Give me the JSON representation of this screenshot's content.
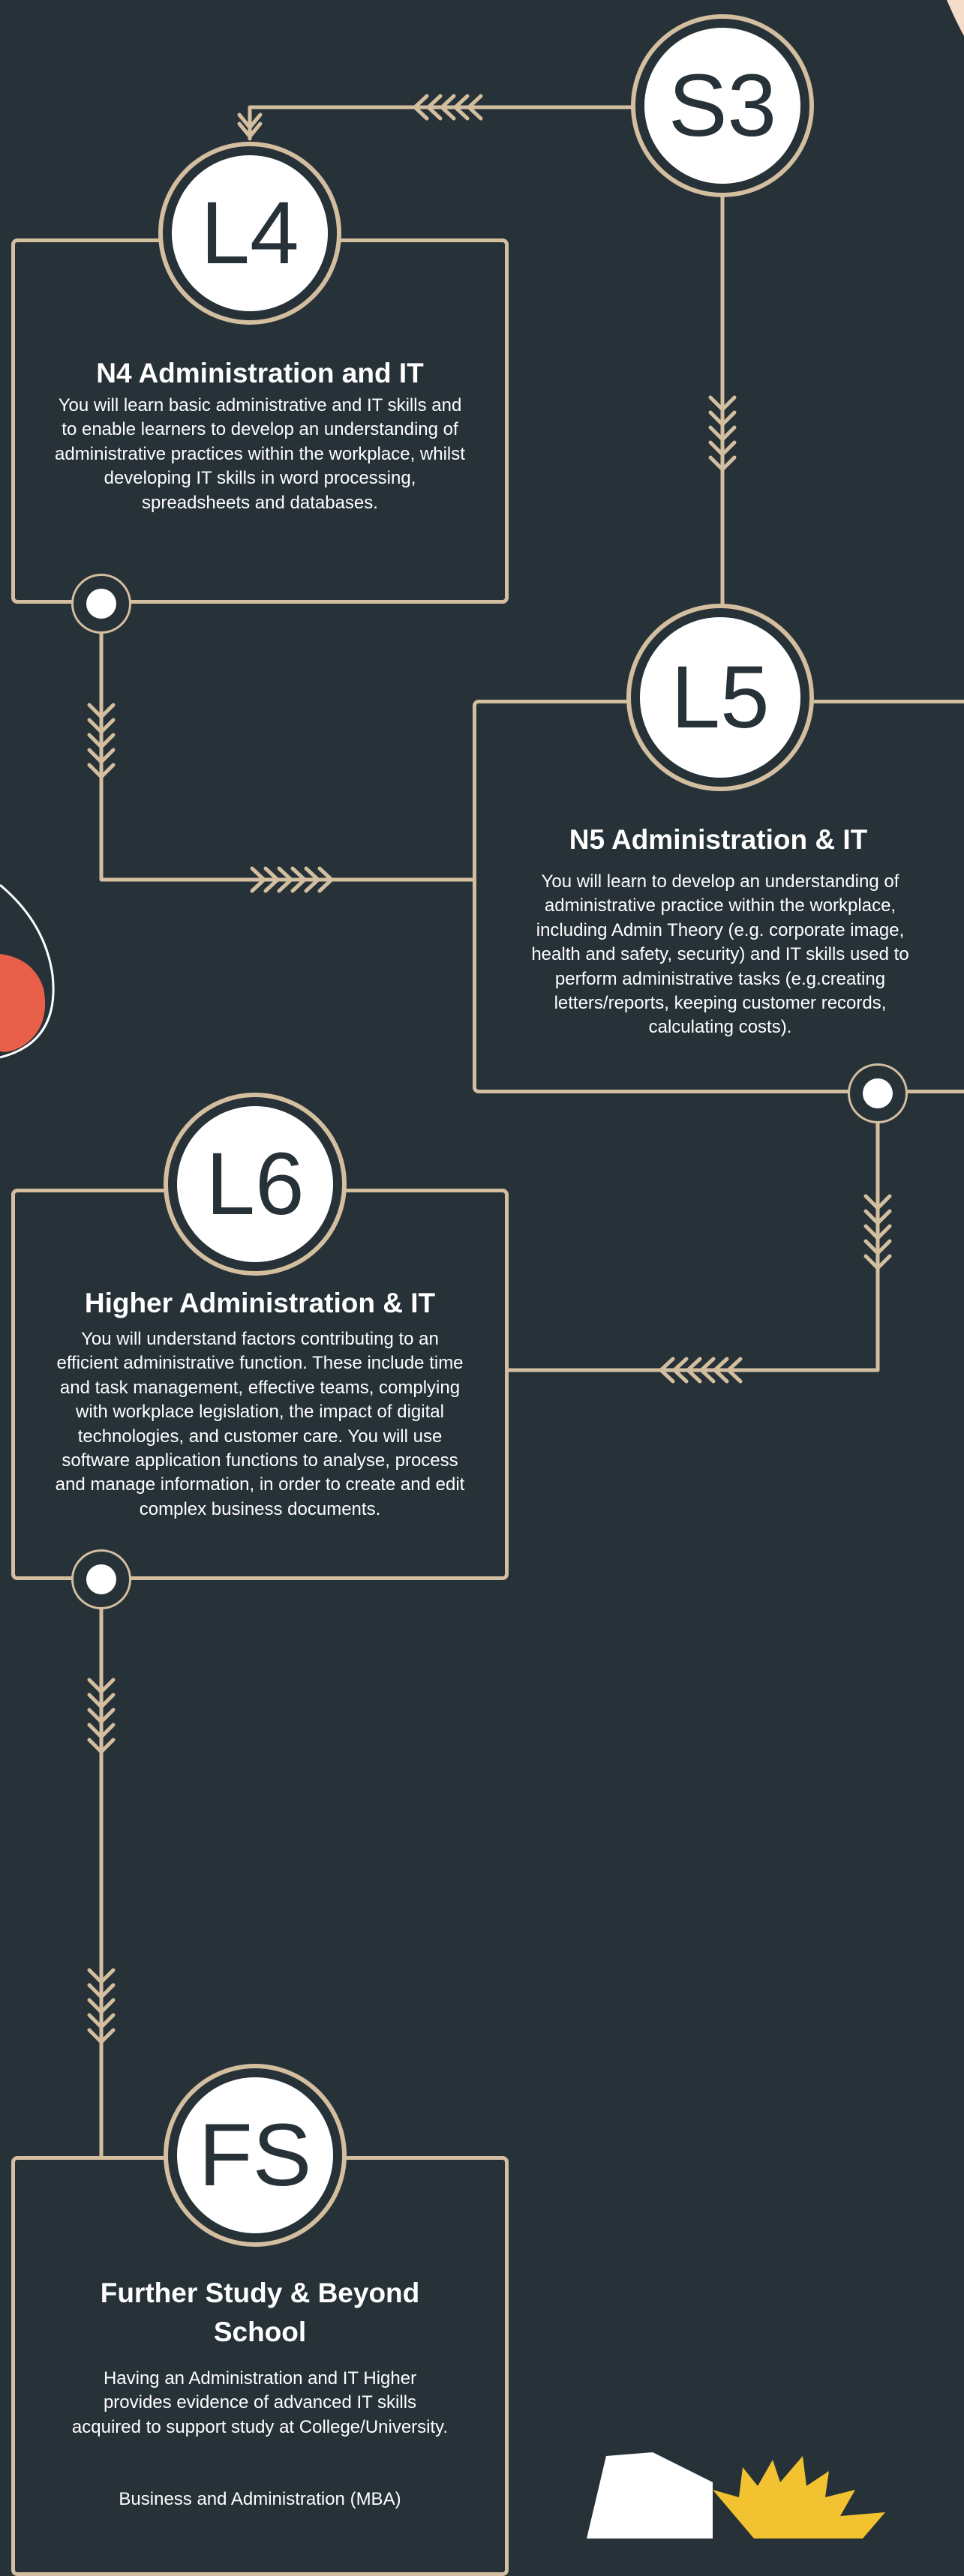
{
  "colors": {
    "background": "#263238",
    "accent": "#d4bea0",
    "text": "#ffffff",
    "coral": "#e8604a",
    "sun": "#f2c230",
    "peach": "#f6dccb"
  },
  "badges": {
    "s3": "S3",
    "l4": "L4",
    "l5": "L5",
    "l6": "L6",
    "fs": "FS"
  },
  "cards": {
    "n4": {
      "title": "N4 Administration and IT",
      "body": "You will learn basic administrative and IT skills and to enable learners to develop an understanding of administrative practices within the workplace, whilst developing IT skills in word processing, spreadsheets and databases."
    },
    "n5": {
      "title": "N5 Administration & IT",
      "body": "You will learn to develop an understanding of administrative practice within the workplace, including Admin Theory (e.g. corporate image, health and safety, security) and IT skills used to perform administrative tasks (e.g.creating letters/reports, keeping customer records, calculating costs)."
    },
    "higher": {
      "title": "Higher Administration & IT",
      "body": "You will understand factors contributing to an efficient administrative function. These include time and task management, effective teams, complying with workplace legislation, the impact of digital technologies, and customer care. You will use software application functions to analyse, process and manage information, in order to create and edit complex business documents."
    },
    "further": {
      "title": "Further Study & Beyond School",
      "body": "Having an Administration and IT Higher provides evidence of advanced IT skills acquired  to support study at College/University.",
      "extra": "Business and Administration (MBA)"
    }
  }
}
